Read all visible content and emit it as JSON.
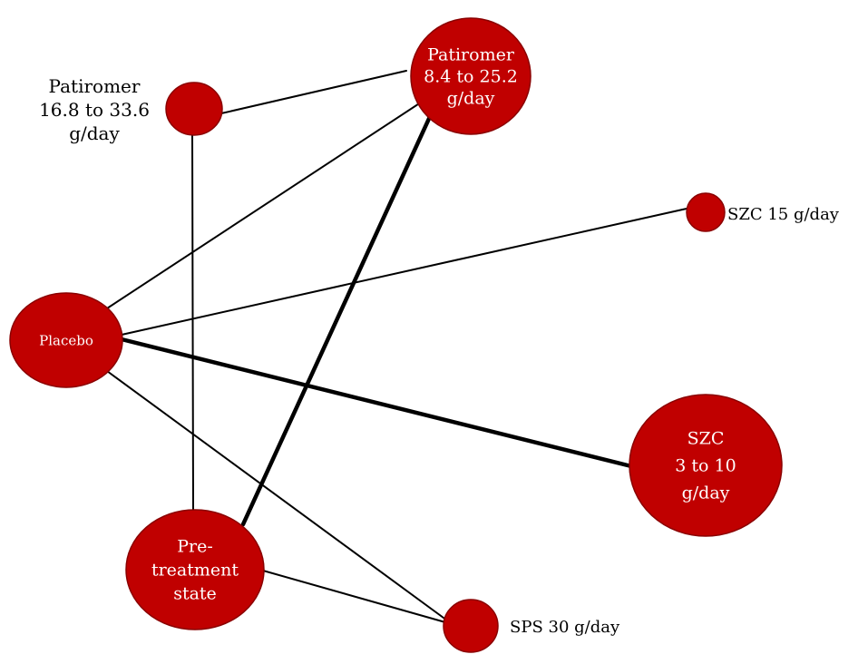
{
  "nodes": [
    {
      "id": "patiromer_high",
      "lines": [
        "Patiromer",
        "16.8 to 33.6",
        "g/day"
      ]
    },
    {
      "id": "patiromer_low",
      "lines": [
        "Patiromer",
        "8.4 to 25.2",
        "g/day"
      ]
    },
    {
      "id": "szc15",
      "lines": [
        "SZC 15 g/day"
      ]
    },
    {
      "id": "placebo",
      "lines": [
        "Placebo"
      ]
    },
    {
      "id": "szc3to10",
      "lines": [
        "SZC",
        "3 to 10",
        "g/day"
      ]
    },
    {
      "id": "pretreatment",
      "lines": [
        "Pre-",
        "treatment",
        "state"
      ]
    },
    {
      "id": "sps30",
      "lines": [
        "SPS 30 g/day"
      ]
    }
  ],
  "edges": [
    {
      "from": "patiromer_high",
      "to": "patiromer_low",
      "weight": 1
    },
    {
      "from": "patiromer_high",
      "to": "pretreatment",
      "weight": 1
    },
    {
      "from": "patiromer_low",
      "to": "placebo",
      "weight": 1
    },
    {
      "from": "patiromer_low",
      "to": "pretreatment",
      "weight": 2
    },
    {
      "from": "placebo",
      "to": "szc15",
      "weight": 1
    },
    {
      "from": "placebo",
      "to": "szc3to10",
      "weight": 2
    },
    {
      "from": "placebo",
      "to": "sps30",
      "weight": 1
    },
    {
      "from": "pretreatment",
      "to": "sps30",
      "weight": 1
    }
  ],
  "colors": {
    "node_fill": "#c00000",
    "edge": "#000000"
  }
}
